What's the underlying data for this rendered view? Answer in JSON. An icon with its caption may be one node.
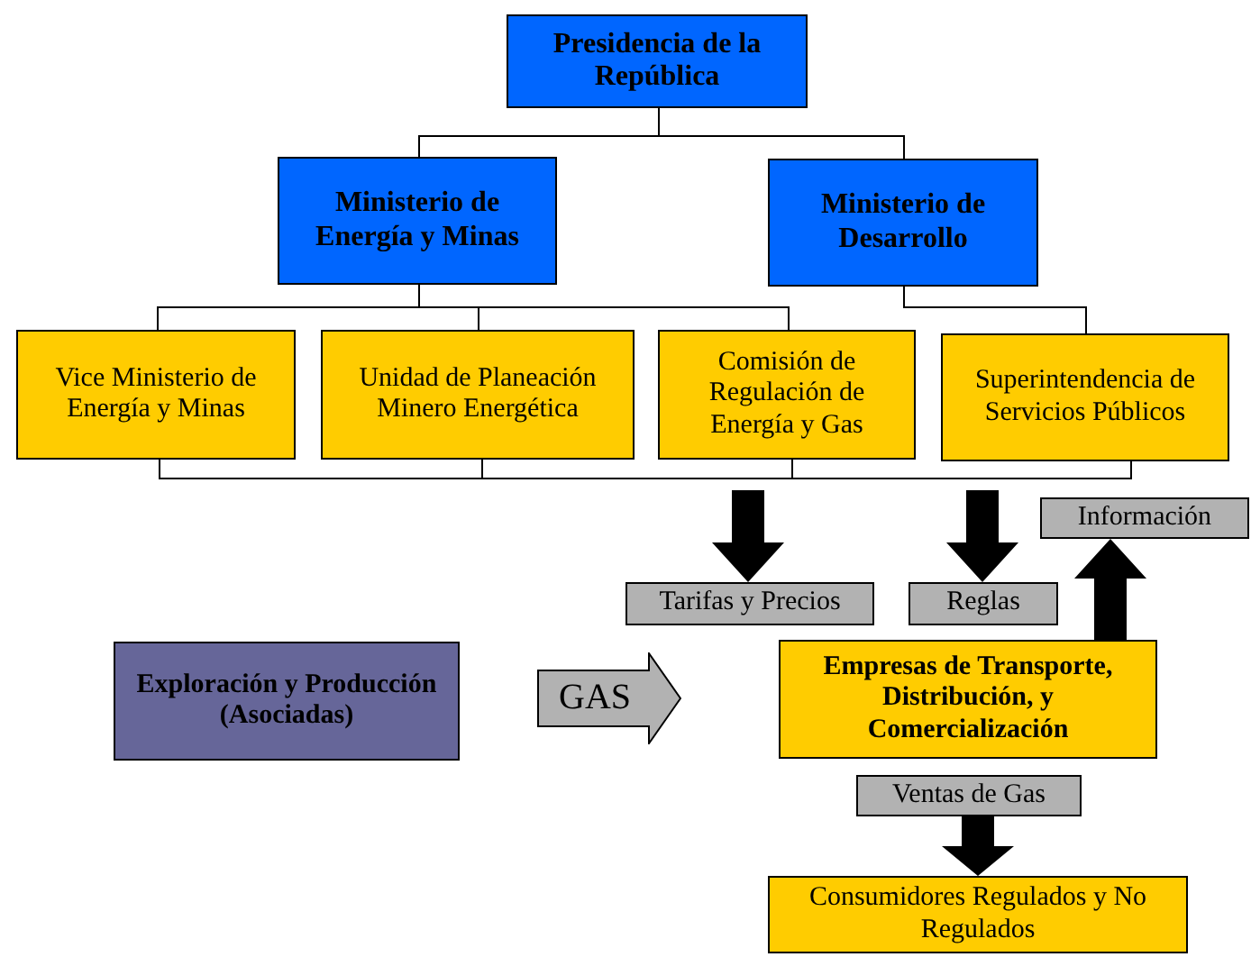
{
  "diagram": {
    "nodes": [
      {
        "text": [
          "Presidencia de la República"
        ]
      },
      {
        "text": [
          "Ministerio de Energía y Minas"
        ]
      },
      {
        "text": [
          "Ministerio de Desarrollo"
        ]
      },
      {
        "text": [
          "Vice Ministerio de Energía y Minas"
        ]
      },
      {
        "text": [
          "Unidad de Planeación Minero Energética"
        ]
      },
      {
        "text": [
          "Comisión de Regulación de Energía y Gas"
        ]
      },
      {
        "text": [
          "Superintendencia de Servicios Públicos"
        ]
      },
      {
        "text": [
          "Tarifas y Precios"
        ]
      },
      {
        "text": [
          "Reglas"
        ]
      },
      {
        "text": [
          "Información"
        ]
      },
      {
        "text": [
          "Exploración y Producción (Asociadas)"
        ]
      },
      {
        "text": [
          "GAS"
        ]
      },
      {
        "text": [
          "Empresas de Transporte, Distribución, y Comercialización"
        ]
      },
      {
        "text": [
          "Ventas de Gas"
        ]
      },
      {
        "text": [
          "Consumidores Regulados y No Regulados"
        ]
      }
    ],
    "edges": [
      {
        "from": 0,
        "to": 1,
        "arrow": "none"
      },
      {
        "from": 0,
        "to": 2,
        "arrow": "none"
      },
      {
        "from": 1,
        "to": 3,
        "arrow": "none"
      },
      {
        "from": 1,
        "to": 4,
        "arrow": "none"
      },
      {
        "from": 1,
        "to": 5,
        "arrow": "none"
      },
      {
        "from": 2,
        "to": 6,
        "arrow": "none"
      },
      {
        "from": null,
        "to": 7,
        "arrow": "to",
        "style": "thick"
      },
      {
        "from": null,
        "to": 8,
        "arrow": "to",
        "style": "thick"
      },
      {
        "from": 12,
        "to": 9,
        "arrow": "to",
        "style": "thick"
      },
      {
        "from": 13,
        "to": 14,
        "arrow": "to",
        "style": "thick"
      }
    ]
  }
}
